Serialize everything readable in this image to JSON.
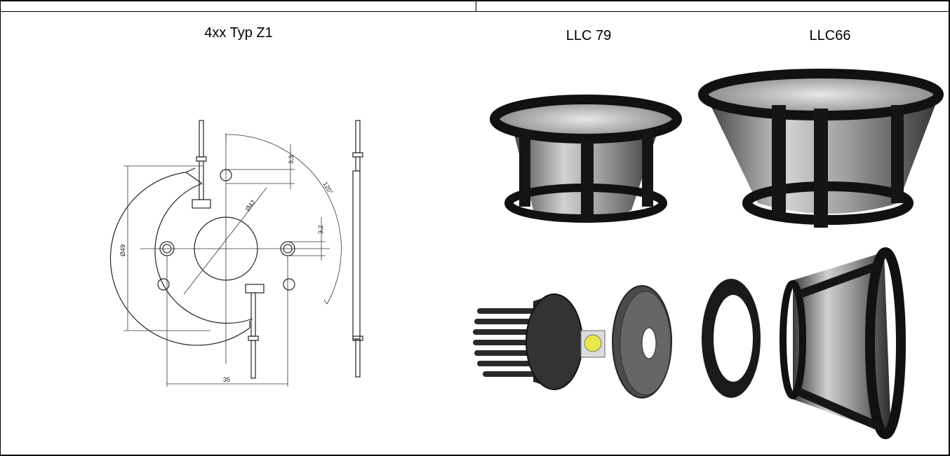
{
  "captions": {
    "left": "4xx Typ Z1",
    "middle": "LLC 79",
    "right": "LLC66"
  },
  "drawing": {
    "dim_diameter_outer": "Ø49",
    "dim_diameter_pcd": "Ø42",
    "dim_width": "35",
    "dim_offset_top": "3,3",
    "dim_offset_right": "3,2",
    "dim_angle": "120°"
  }
}
